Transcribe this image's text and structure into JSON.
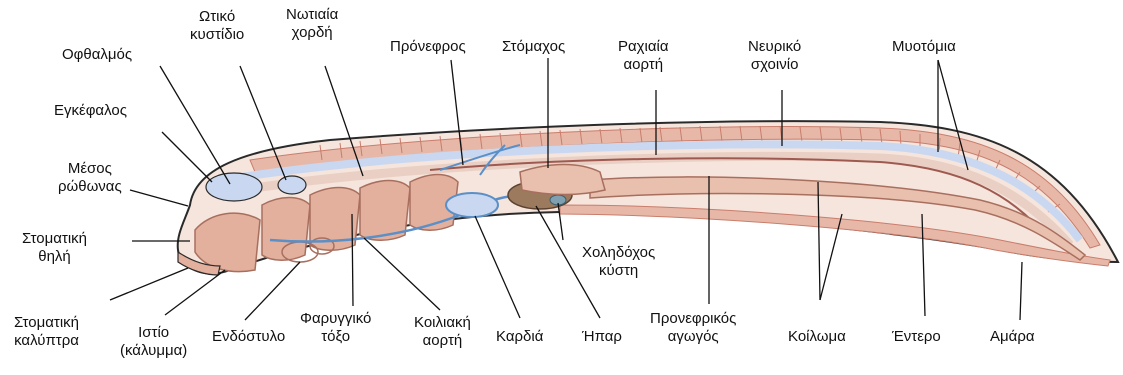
{
  "labels": {
    "eye": "Οφθαλμός",
    "brain": "Εγκέφαλος",
    "rostrum_1": "Μέσος",
    "rostrum_2": "ρώθωνας",
    "oral_papilla_1": "Στοματική",
    "oral_papilla_2": "θηλή",
    "oral_hood_1": "Στοματική",
    "oral_hood_2": "καλύπτρα",
    "velum_1": "Ιστίο",
    "velum_2": "(κάλυμμα)",
    "endostyle": "Ενδόστυλο",
    "otic_vesicle_1": "Ωτικό",
    "otic_vesicle_2": "κυστίδιο",
    "notochord_1": "Νωτιαία",
    "notochord_2": "χορδή",
    "pronephros": "Πρόνεφρος",
    "stomach": "Στόμαχος",
    "dorsal_aorta_1": "Ραχιαία",
    "dorsal_aorta_2": "αορτή",
    "nerve_cord_1": "Νευρικό",
    "nerve_cord_2": "σχοινίο",
    "myotomes": "Μυοτόμια",
    "gallbladder_1": "Χοληδόχος",
    "gallbladder_2": "κύστη",
    "pharyngeal_arch_1": "Φαρυγγικό",
    "pharyngeal_arch_2": "τόξο",
    "ventral_aorta_1": "Κοιλιακή",
    "ventral_aorta_2": "αορτή",
    "heart": "Καρδιά",
    "liver": "Ήπαρ",
    "pronephric_duct_1": "Προνεφρικός",
    "pronephric_duct_2": "αγωγός",
    "coelom": "Κοίλωμα",
    "intestine": "Έντερο",
    "anus": "Αμάρα"
  },
  "colors": {
    "body_outline": "#2a2a2a",
    "muscle": "#e7b8a8",
    "myotome_line": "#c97d6c",
    "blue": "#5a8fc7",
    "light_blue": "#c9d8f0",
    "gut": "#e9bfae",
    "liver": "#9b7a5e",
    "background": "#ffffff"
  }
}
